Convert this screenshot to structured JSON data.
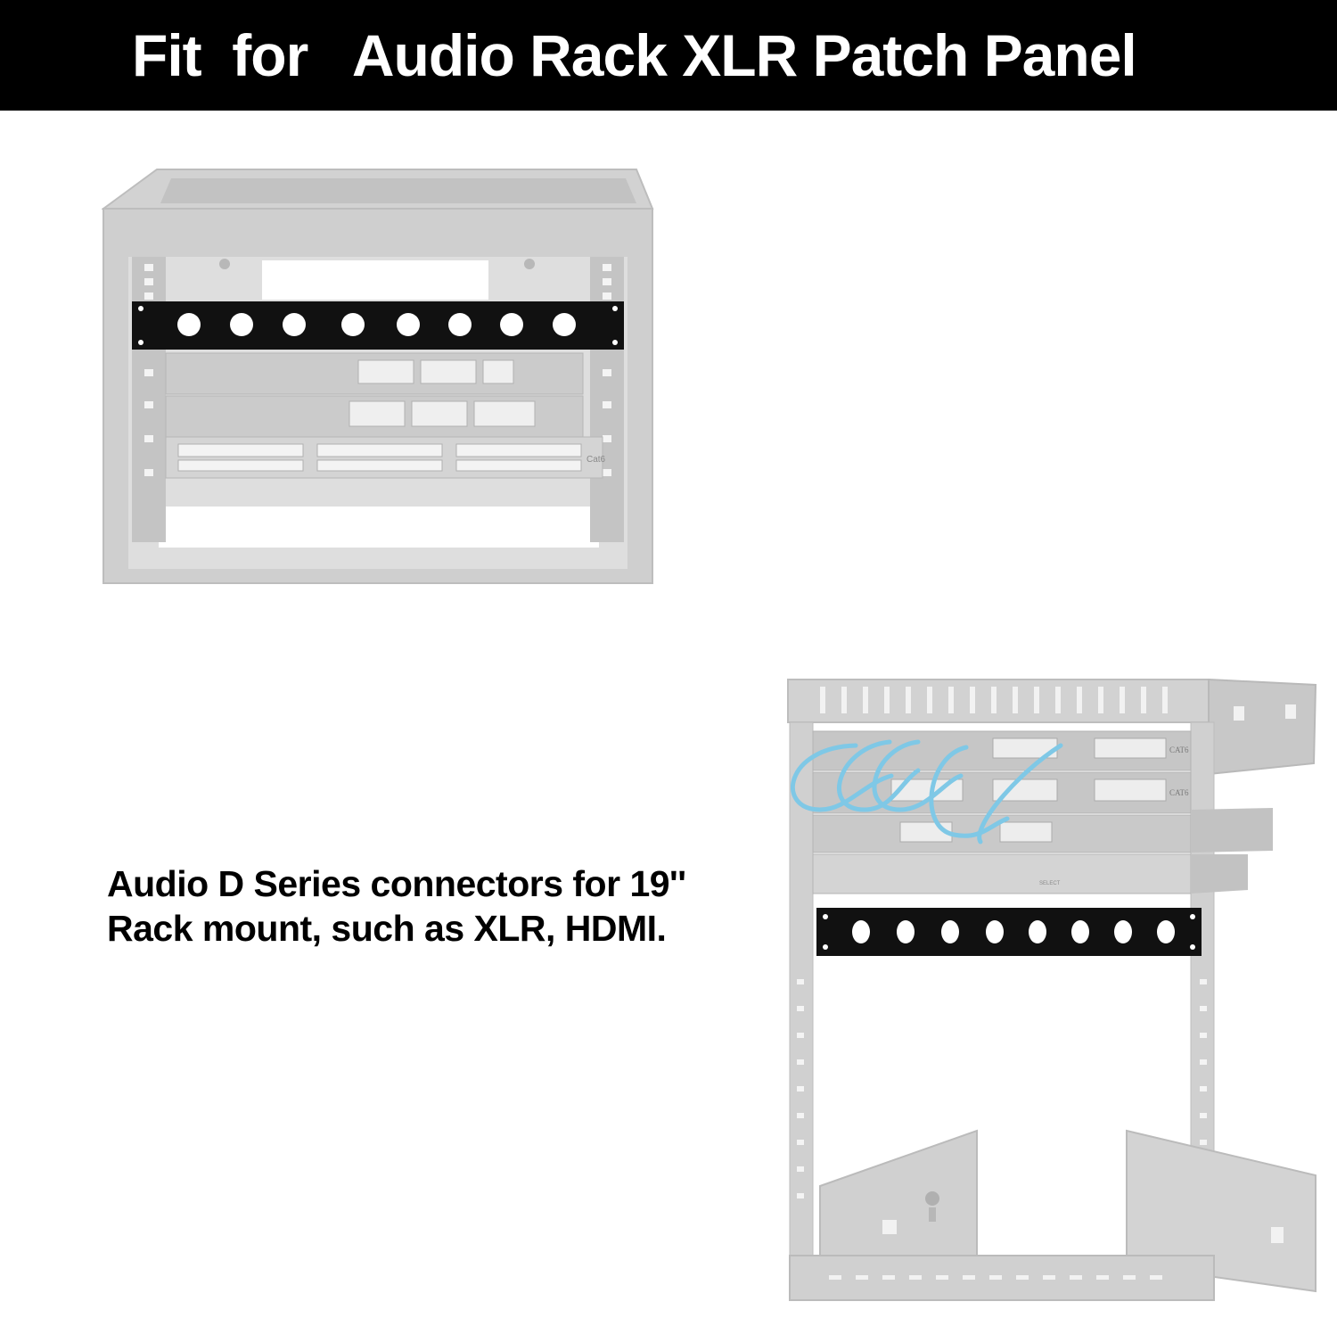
{
  "banner": {
    "title": "Fit  for   Audio Rack XLR Patch Panel"
  },
  "caption": {
    "line1": "Audio D Series connectors for 19''",
    "line2": "Rack mount, such as XLR, HDMI."
  },
  "rack1": {
    "patch_label": "Cat6",
    "panel_holes": 8
  },
  "rack2": {
    "patch_label_1": "CAT6",
    "patch_label_2": "CAT6",
    "button_label": "SELECT",
    "panel_holes": 8
  },
  "colors": {
    "banner_bg": "#000000",
    "banner_text": "#ffffff",
    "rack_gray": "#c8c8c8",
    "panel_black": "#111111",
    "cable_blue": "#7fc8e6"
  }
}
